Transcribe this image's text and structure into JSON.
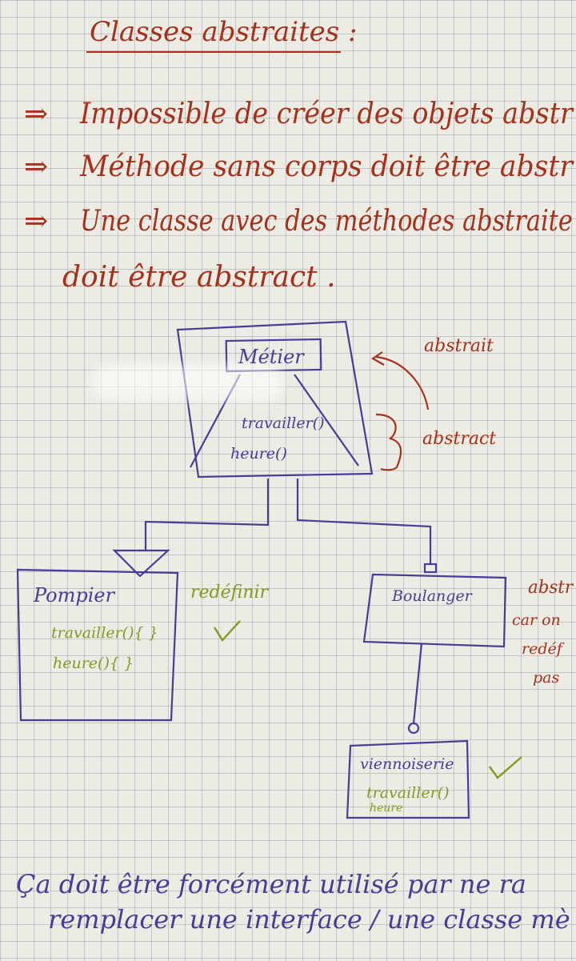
{
  "title": "Classes abstraites :",
  "bullets": [
    "Impossible de créer des objets abstr",
    "Méthode sans corps doit être abstr",
    "Une classe avec des méthodes abstraite",
    "doit être abstract ."
  ],
  "diagram": {
    "parent": {
      "name": "Métier",
      "methods": [
        "travailler()",
        "heure()"
      ],
      "note_name": "abstrait",
      "note_methods": "abstract"
    },
    "pompier": {
      "name": "Pompier",
      "methods": [
        "travailler(){ }",
        "heure(){ }"
      ],
      "note": "redéfinir"
    },
    "boulanger": {
      "name": "Boulanger",
      "note_lines": [
        "abstr",
        "car on",
        "redéf",
        "pas"
      ]
    },
    "viennoiserie": {
      "name": "viennoiserie",
      "methods": [
        "travailler()",
        "heure"
      ]
    },
    "marks": [
      "✓",
      "✓"
    ],
    "colors": {
      "ink": "#4a3b94",
      "red": "#a3321c",
      "green": "#7f9a25"
    }
  },
  "footer": [
    "Ça doit être forcément utilisé par ne ra",
    "remplacer une interface / une classe mè"
  ]
}
